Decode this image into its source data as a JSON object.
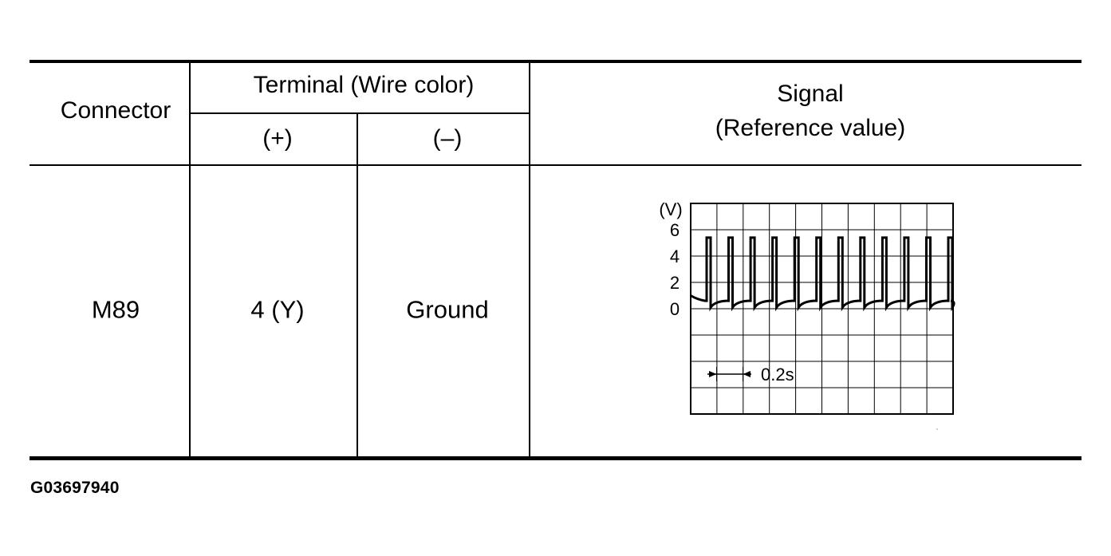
{
  "table": {
    "headers": {
      "connector": "Connector",
      "terminal": "Terminal (Wire color)",
      "plus": "(+)",
      "minus": "(–)",
      "signal_line1": "Signal",
      "signal_line2": "(Reference value)"
    },
    "rows": [
      {
        "connector": "M89",
        "plus": "4 (Y)",
        "minus": "Ground"
      }
    ]
  },
  "waveform": {
    "y_unit": "(V)",
    "y_ticks": [
      "6",
      "4",
      "2",
      "0"
    ],
    "time_scale_label": "0.2s",
    "time_per_division_s": 0.2,
    "volts_per_division": 2,
    "baseline_v": 0.6,
    "peak_v": 5.4,
    "pulse_count": 12
  },
  "figure_id": "G03697940"
}
